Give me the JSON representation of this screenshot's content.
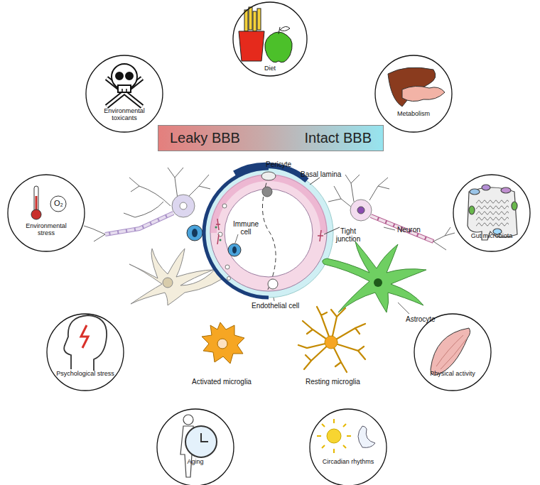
{
  "diagram": {
    "nodes": [
      {
        "text": [
          "Diet"
        ]
      },
      {
        "text": [
          "Environmental toxicants"
        ]
      },
      {
        "text": [
          "Metabolism"
        ]
      },
      {
        "text": [
          "Leaky BBB",
          "Intact BBB"
        ]
      },
      {
        "text": [
          "Environmental stress"
        ]
      },
      {
        "text": [
          "Gut microbiota"
        ]
      },
      {
        "text": [
          "Psychological stress"
        ]
      },
      {
        "text": [
          "Physical activity"
        ]
      },
      {
        "text": [
          "Aging"
        ]
      },
      {
        "text": [
          "Circadian rhythms"
        ]
      }
    ],
    "edges": [],
    "labels": [
      "O₂",
      "Pericyte",
      "Basal lamina",
      "Immune cell",
      "Tight junction",
      "Neuron",
      "Endothelial cell",
      "Astrocyte",
      "Activated microglia",
      "Resting microglia"
    ]
  }
}
